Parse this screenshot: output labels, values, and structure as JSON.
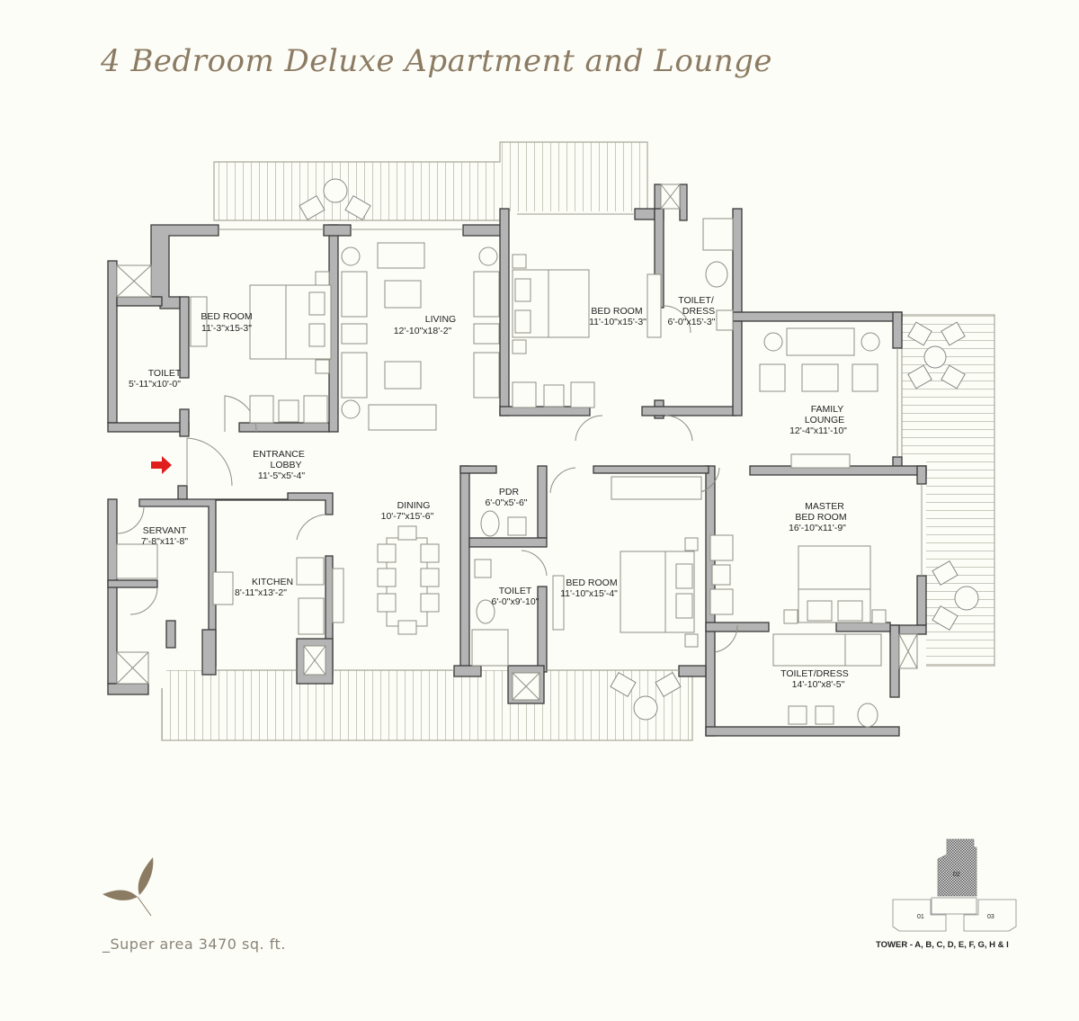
{
  "header": {
    "title": "4 Bedroom Deluxe Apartment and Lounge"
  },
  "rooms": [
    {
      "id": "bedroom-1",
      "name": "BED ROOM",
      "size": "11'-3\"x15-3\""
    },
    {
      "id": "toilet-1",
      "name": "TOILET",
      "size": "5'-11\"x10'-0\""
    },
    {
      "id": "living",
      "name": "LIVING",
      "size": "12'-10\"x18'-2\""
    },
    {
      "id": "bedroom-2",
      "name": "BED ROOM",
      "size": "11'-10\"x15'-3\""
    },
    {
      "id": "toilet-dress-1",
      "name_line1": "TOILET/",
      "name_line2": "DRESS",
      "size": "6'-0\"x15'-3\""
    },
    {
      "id": "family-lounge",
      "name_line1": "FAMILY",
      "name_line2": "LOUNGE",
      "size": "12'-4\"x11'-10\""
    },
    {
      "id": "entrance-lobby",
      "name_line1": "ENTRANCE",
      "name_line2": "LOBBY",
      "size": "11'-5\"x5'-4\""
    },
    {
      "id": "servant",
      "name": "SERVANT",
      "size": "7'-8\"x11'-8\""
    },
    {
      "id": "kitchen",
      "name": "KITCHEN",
      "size": "8'-11\"x13'-2\""
    },
    {
      "id": "dining",
      "name": "DINING",
      "size": "10'-7\"x15'-6\""
    },
    {
      "id": "pdr",
      "name": "PDR",
      "size": "6'-0\"x5'-6\""
    },
    {
      "id": "toilet-2",
      "name": "TOILET",
      "size": "6'-0\"x9'-10\""
    },
    {
      "id": "bedroom-3",
      "name": "BED ROOM",
      "size": "11'-10\"x15'-4\""
    },
    {
      "id": "master-bedroom",
      "name_line1": "MASTER",
      "name_line2": "BED ROOM",
      "size": "16'-10\"x11'-9\""
    },
    {
      "id": "toilet-dress-2",
      "name": "TOILET/DRESS",
      "size": "14'-10\"x8'-5\""
    }
  ],
  "key_plan": {
    "units": [
      "01",
      "02",
      "03"
    ],
    "highlighted_unit": "02",
    "towers_label": "TOWER - A, B, C, D, E, F, G, H & I"
  },
  "footer": {
    "super_area": "_Super area 3470 sq. ft."
  },
  "colors": {
    "wall": "#b4b4b4",
    "wall_outline": "#3a3a3a",
    "line": "#9a9a8e",
    "title": "#8c7b63",
    "entrance_arrow": "#e01e1e",
    "background": "#fdfdf8"
  },
  "icons": [
    "entrance-arrow-icon",
    "leaf-logo-icon"
  ]
}
